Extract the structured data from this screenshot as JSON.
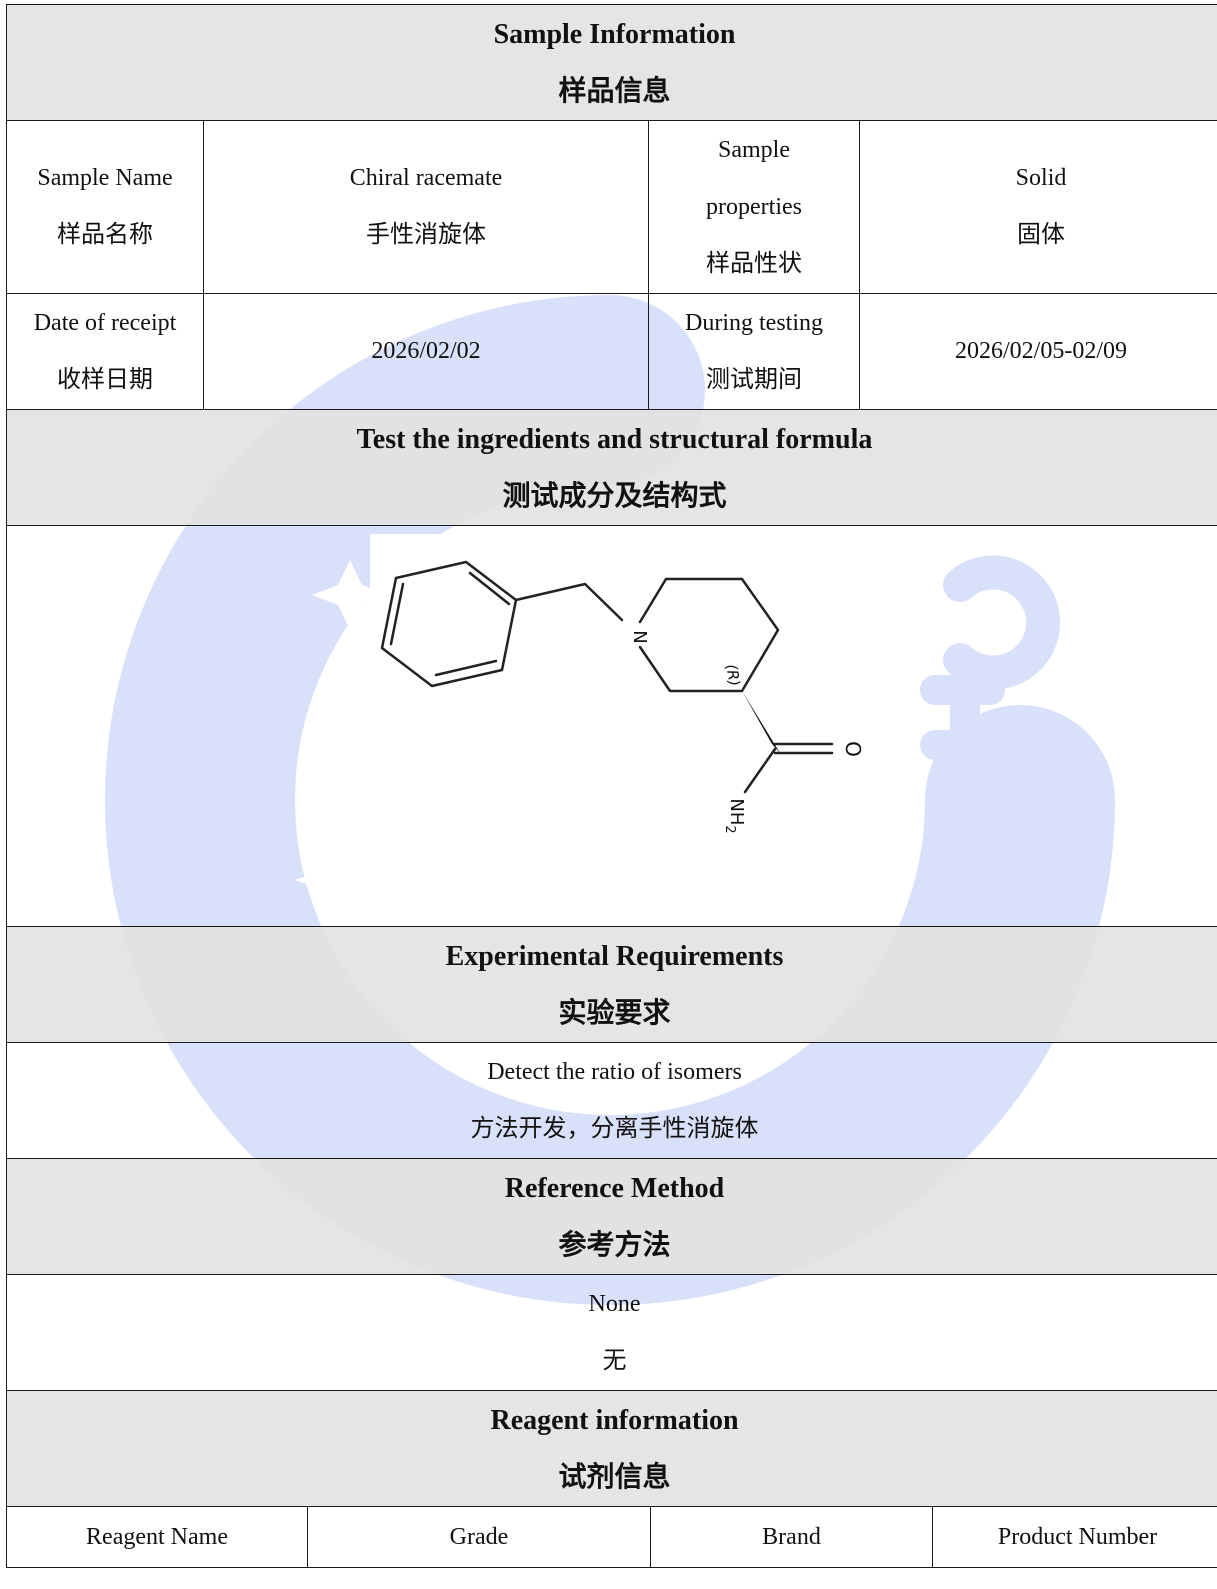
{
  "sample_info": {
    "header_en": "Sample Information",
    "header_zh": "样品信息",
    "name_label_en": "Sample Name",
    "name_label_zh": "样品名称",
    "name_value_en": "Chiral racemate",
    "name_value_zh": "手性消旋体",
    "props_label_en_1": "Sample",
    "props_label_en_2": "properties",
    "props_label_zh": "样品性状",
    "props_value_en": "Solid",
    "props_value_zh": "固体",
    "receipt_label_en": "Date of receipt",
    "receipt_label_zh": "收样日期",
    "receipt_value": "2026/02/02",
    "testing_label_en": "During testing",
    "testing_label_zh": "测试期间",
    "testing_value": "2026/02/05-02/09"
  },
  "structure": {
    "header_en": "Test the ingredients and structural formula",
    "header_zh": "测试成分及结构式",
    "atoms": {
      "nitrogen": "N",
      "stereo": "(R)",
      "oxygen": "O",
      "amine": "NH",
      "amine_sub": "2"
    }
  },
  "requirements": {
    "header_en": "Experimental Requirements",
    "header_zh": "实验要求",
    "value_en": "Detect the ratio of isomers",
    "value_zh": "方法开发，分离手性消旋体"
  },
  "reference": {
    "header_en": "Reference Method",
    "header_zh": "参考方法",
    "value_en": "None",
    "value_zh": "无"
  },
  "reagent": {
    "header_en": "Reagent information",
    "header_zh": "试剂信息",
    "columns": [
      "Reagent Name",
      "Grade",
      "Brand",
      "Product Number"
    ]
  },
  "colors": {
    "watermark": "#d9e0fa",
    "header_bg": "#e2e2e2",
    "border": "#1a1a1a"
  }
}
